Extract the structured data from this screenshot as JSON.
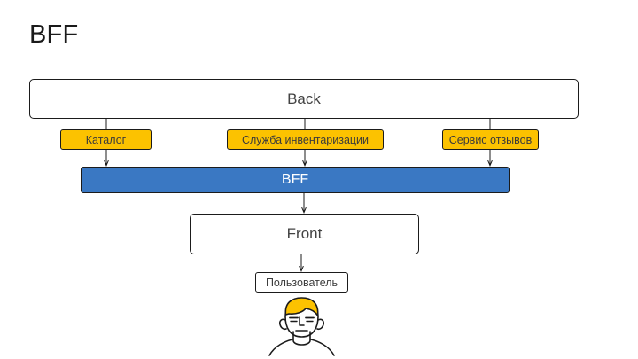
{
  "slide": {
    "title": "BFF",
    "background_color": "#ffffff"
  },
  "colors": {
    "service_fill": "#fcc200",
    "bff_fill": "#3a78c3",
    "box_stroke": "#1b1b1b",
    "box_fill": "#ffffff",
    "text_dark": "#434343",
    "text_light": "#ffffff",
    "hair": "#fcc200"
  },
  "diagram": {
    "type": "flow",
    "nodes": [
      {
        "id": "back",
        "label": "Back",
        "shape": "rounded-rect",
        "fill": "#ffffff",
        "text_color": "#434343"
      },
      {
        "id": "catalog",
        "label": "Каталог",
        "shape": "rect",
        "fill": "#fcc200",
        "text_color": "#3b3b3b"
      },
      {
        "id": "inventory",
        "label": "Служба инвентаризации",
        "shape": "rect",
        "fill": "#fcc200",
        "text_color": "#3b3b3b"
      },
      {
        "id": "reviews",
        "label": "Сервис отзывов",
        "shape": "rect",
        "fill": "#fcc200",
        "text_color": "#3b3b3b"
      },
      {
        "id": "bff",
        "label": "BFF",
        "shape": "rect",
        "fill": "#3a78c3",
        "text_color": "#ffffff"
      },
      {
        "id": "front",
        "label": "Front",
        "shape": "rounded-rect",
        "fill": "#ffffff",
        "text_color": "#434343"
      },
      {
        "id": "user",
        "label": "Пользователь",
        "shape": "rect",
        "fill": "#ffffff",
        "text_color": "#3b3b3b"
      },
      {
        "id": "person",
        "label": "person-avatar",
        "shape": "illustration",
        "fill": "#ffffff",
        "text_color": "#1b1b1b"
      }
    ],
    "edges": [
      {
        "from": "back",
        "through": "catalog",
        "to": "bff",
        "arrow": true
      },
      {
        "from": "back",
        "through": "inventory",
        "to": "bff",
        "arrow": true
      },
      {
        "from": "back",
        "through": "reviews",
        "to": "bff",
        "arrow": true
      },
      {
        "from": "bff",
        "through": null,
        "to": "front",
        "arrow": true
      },
      {
        "from": "front",
        "through": null,
        "to": "user",
        "arrow": true
      }
    ]
  }
}
